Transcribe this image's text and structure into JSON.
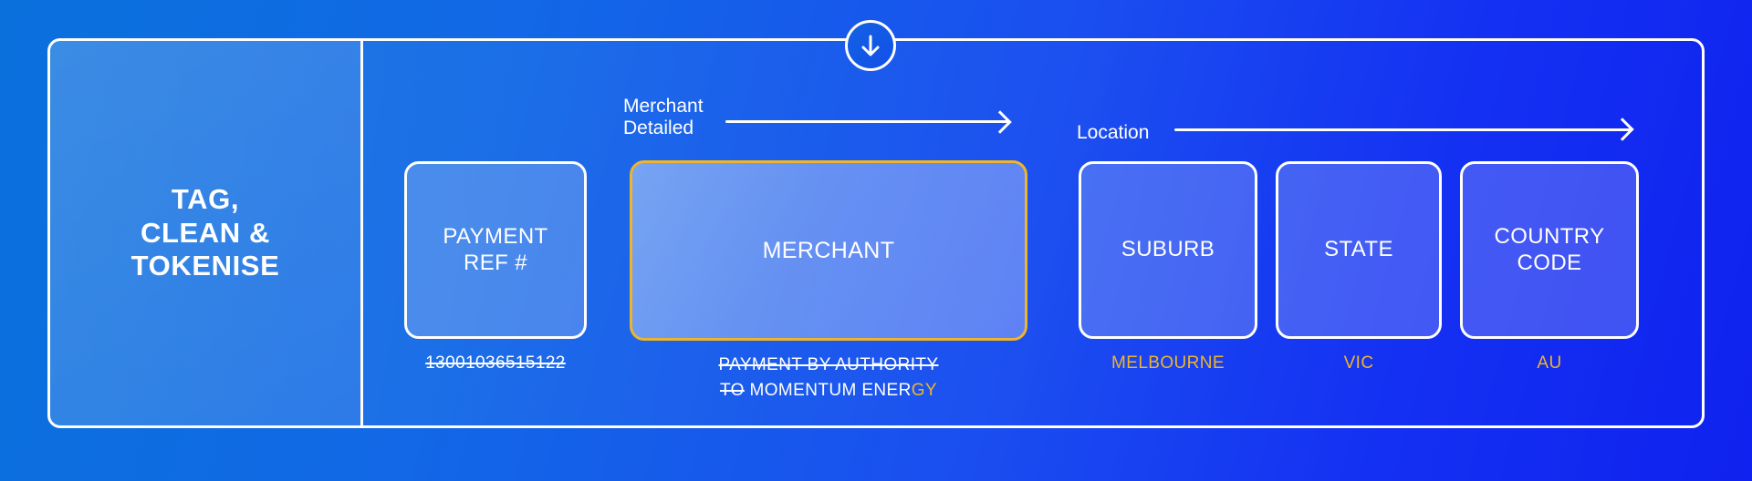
{
  "theme": {
    "bg_left": "#0a71dc",
    "bg_right": "#0f22ef",
    "border": "#ffffff",
    "accent_gold": "#f0b429",
    "highlight_card_border": "#eeb52a"
  },
  "panel": {
    "left_title": "TAG,\nCLEAN &\nTOKENISE"
  },
  "badges": {
    "down_arrow_icon": "arrow-down-circle-icon"
  },
  "groups": [
    {
      "id": "merchant-detailed",
      "label": "Merchant\nDetailed",
      "arrow_icon": "arrow-right-icon"
    },
    {
      "id": "location",
      "label": "Location",
      "arrow_icon": "arrow-right-icon"
    }
  ],
  "cards": [
    {
      "id": "payment-ref",
      "title": "PAYMENT\nREF #",
      "highlighted": false,
      "caption_lines": [
        {
          "text": "13001036515122",
          "struck": true,
          "color": "#ffffff"
        }
      ]
    },
    {
      "id": "merchant",
      "title": "MERCHANT",
      "highlighted": true,
      "caption_lines": [
        {
          "text": "PAYMENT BY AUTHORITY",
          "struck": true,
          "color": "#ffffff"
        },
        {
          "segments": [
            {
              "text": "TO",
              "struck": true,
              "color": "#ffffff"
            },
            {
              "text": " MOMENTUM ENER",
              "struck": false,
              "color": "#ffffff"
            },
            {
              "text": "GY",
              "struck": false,
              "color": "#f0b429"
            }
          ]
        }
      ]
    },
    {
      "id": "suburb",
      "title": "SUBURB",
      "highlighted": false,
      "caption_lines": [
        {
          "text": "MELBOURNE",
          "struck": false,
          "color": "#f0b429"
        }
      ]
    },
    {
      "id": "state",
      "title": "STATE",
      "highlighted": false,
      "caption_lines": [
        {
          "text": "VIC",
          "struck": false,
          "color": "#f0b429"
        }
      ]
    },
    {
      "id": "country-code",
      "title": "COUNTRY\nCODE",
      "highlighted": false,
      "caption_lines": [
        {
          "text": "AU",
          "struck": false,
          "color": "#f0b429"
        }
      ]
    }
  ]
}
